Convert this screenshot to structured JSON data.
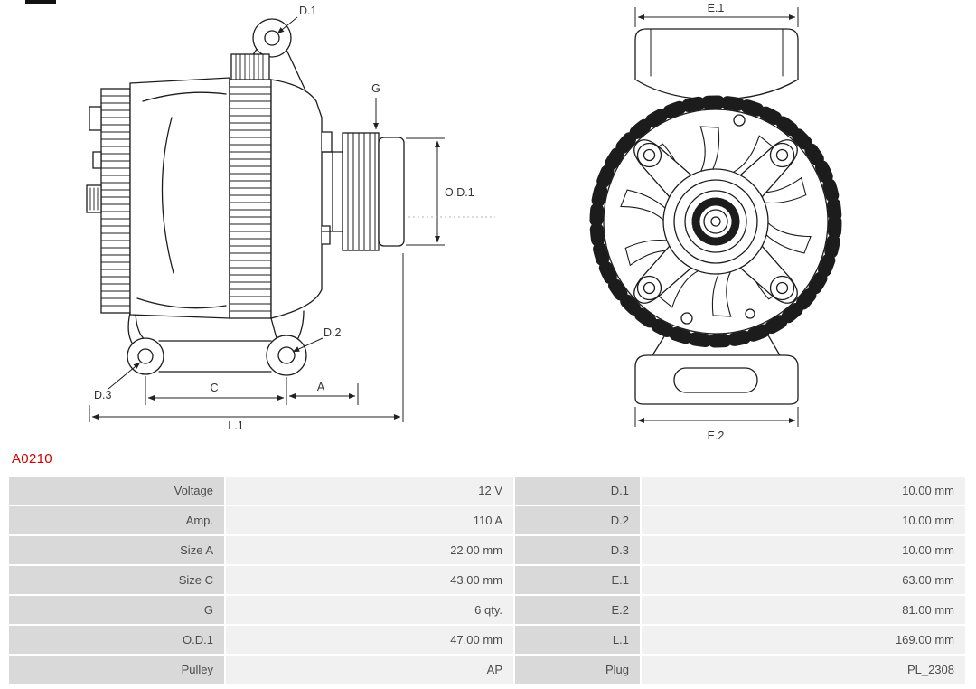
{
  "part_number": "A0210",
  "diagram": {
    "labels": {
      "d1": "D.1",
      "d2": "D.2",
      "d3": "D.3",
      "g": "G",
      "od1": "O.D.1",
      "c": "C",
      "a": "A",
      "l1": "L.1",
      "e1": "E.1",
      "e2": "E.2"
    }
  },
  "specs": {
    "rows": [
      {
        "k1": "Voltage",
        "v1": "12 V",
        "k2": "D.1",
        "v2": "10.00 mm"
      },
      {
        "k1": "Amp.",
        "v1": "110 A",
        "k2": "D.2",
        "v2": "10.00 mm"
      },
      {
        "k1": "Size A",
        "v1": "22.00 mm",
        "k2": "D.3",
        "v2": "10.00 mm"
      },
      {
        "k1": "Size C",
        "v1": "43.00 mm",
        "k2": "E.1",
        "v2": "63.00 mm"
      },
      {
        "k1": "G",
        "v1": "6 qty.",
        "k2": "E.2",
        "v2": "81.00 mm"
      },
      {
        "k1": "O.D.1",
        "v1": "47.00 mm",
        "k2": "L.1",
        "v2": "169.00 mm"
      },
      {
        "k1": "Pulley",
        "v1": "AP",
        "k2": "Plug",
        "v2": "PL_2308"
      }
    ]
  },
  "colors": {
    "part_number": "#cc0000",
    "label_cell_bg": "#d9d9d9",
    "value_cell_bg": "#f1f1f1",
    "drawing_line": "#1c1c1c"
  }
}
